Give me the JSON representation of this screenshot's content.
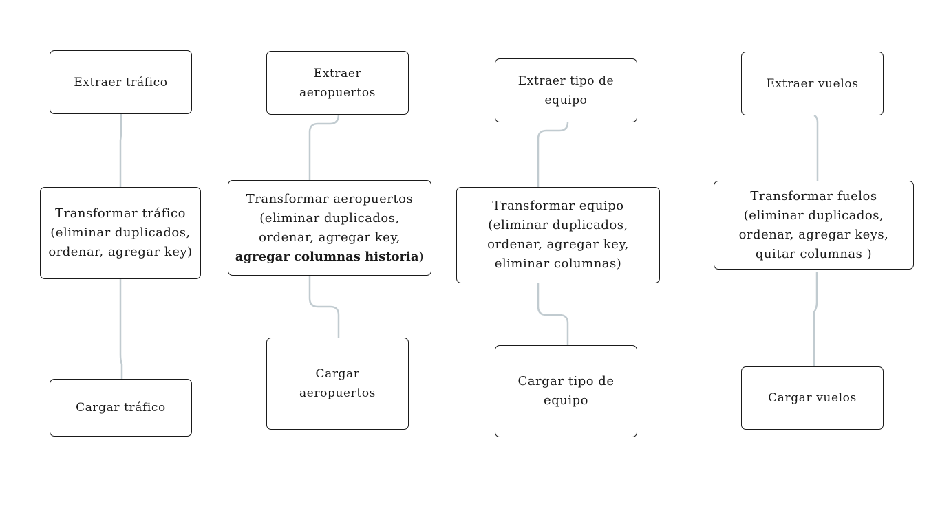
{
  "pipelines": [
    {
      "extract": "Extraer tráfico",
      "transform": "Transformar tráfico (eliminar duplicados, ordenar, agregar key)",
      "load": "Cargar tráfico"
    },
    {
      "extract": "Extraer aeropuertos",
      "transform": "Transformar aeropuertos (eliminar duplicados, ordenar, agregar key,",
      "transform_bold": "agregar columnas historia",
      "transform_end": ")",
      "load": "Cargar aeropuertos"
    },
    {
      "extract": "Extraer tipo de equipo",
      "transform": "Transformar equipo (eliminar duplicados, ordenar, agregar key, eliminar columnas)",
      "load": "Cargar tipo de equipo"
    },
    {
      "extract": "Extraer vuelos",
      "transform": "Transformar fuelos (eliminar duplicados, ordenar, agregar keys, quitar columnas )",
      "load": "Cargar vuelos"
    }
  ],
  "colors": {
    "connector": "#c1cbd0",
    "border": "#1a1a1a",
    "background": "#ffffff"
  }
}
